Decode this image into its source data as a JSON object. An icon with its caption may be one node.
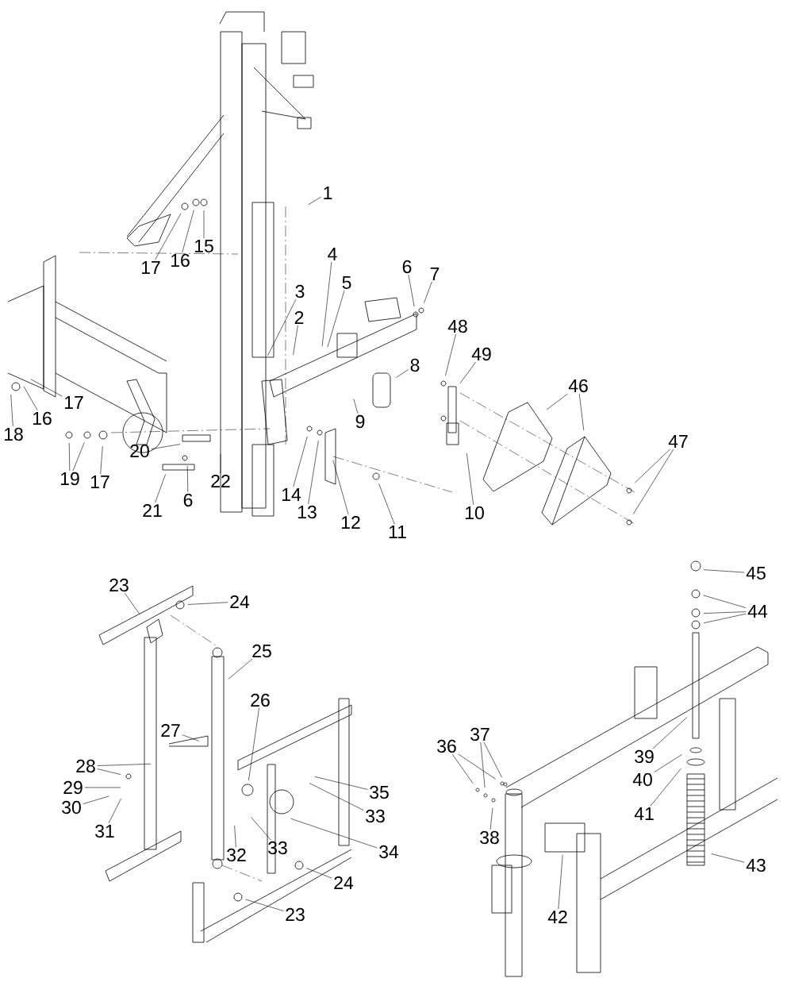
{
  "diagram": {
    "nodes": [
      {
        "text": [
          "1"
        ]
      },
      {
        "text": [
          "17"
        ]
      },
      {
        "text": [
          "16"
        ]
      },
      {
        "text": [
          "15"
        ]
      },
      {
        "text": [
          "4"
        ]
      },
      {
        "text": [
          "6"
        ]
      },
      {
        "text": [
          "7"
        ]
      },
      {
        "text": [
          "3"
        ]
      },
      {
        "text": [
          "5"
        ]
      },
      {
        "text": [
          "2"
        ]
      },
      {
        "text": [
          "48"
        ]
      },
      {
        "text": [
          "49"
        ]
      },
      {
        "text": [
          "8"
        ]
      },
      {
        "text": [
          "46"
        ]
      },
      {
        "text": [
          "17"
        ]
      },
      {
        "text": [
          "9"
        ]
      },
      {
        "text": [
          "18"
        ]
      },
      {
        "text": [
          "16"
        ]
      },
      {
        "text": [
          "47"
        ]
      },
      {
        "text": [
          "17"
        ]
      },
      {
        "text": [
          "20"
        ]
      },
      {
        "text": [
          "19"
        ]
      },
      {
        "text": [
          "6"
        ]
      },
      {
        "text": [
          "22"
        ]
      },
      {
        "text": [
          "14"
        ]
      },
      {
        "text": [
          "21"
        ]
      },
      {
        "text": [
          "13"
        ]
      },
      {
        "text": [
          "10"
        ]
      },
      {
        "text": [
          "12"
        ]
      },
      {
        "text": [
          "11"
        ]
      },
      {
        "text": [
          "45"
        ]
      },
      {
        "text": [
          "23"
        ]
      },
      {
        "text": [
          "24"
        ]
      },
      {
        "text": [
          "44"
        ]
      },
      {
        "text": [
          "25"
        ]
      },
      {
        "text": [
          "26"
        ]
      },
      {
        "text": [
          "27"
        ]
      },
      {
        "text": [
          "37"
        ]
      },
      {
        "text": [
          "39"
        ]
      },
      {
        "text": [
          "36"
        ]
      },
      {
        "text": [
          "28"
        ]
      },
      {
        "text": [
          "35"
        ]
      },
      {
        "text": [
          "40"
        ]
      },
      {
        "text": [
          "29"
        ]
      },
      {
        "text": [
          "33"
        ]
      },
      {
        "text": [
          "30"
        ]
      },
      {
        "text": [
          "41"
        ]
      },
      {
        "text": [
          "33"
        ]
      },
      {
        "text": [
          "31"
        ]
      },
      {
        "text": [
          "32"
        ]
      },
      {
        "text": [
          "38"
        ]
      },
      {
        "text": [
          "34"
        ]
      },
      {
        "text": [
          "43"
        ]
      },
      {
        "text": [
          "24"
        ]
      },
      {
        "text": [
          "23"
        ]
      },
      {
        "text": [
          "42"
        ]
      }
    ],
    "edges": [
      {
        "from": 0,
        "to": null,
        "arrow": "none"
      },
      {
        "from": 1,
        "to": null,
        "arrow": "none"
      },
      {
        "from": 2,
        "to": null,
        "arrow": "none"
      },
      {
        "from": 3,
        "to": null,
        "arrow": "none"
      },
      {
        "from": 4,
        "to": null,
        "arrow": "none"
      },
      {
        "from": 5,
        "to": null,
        "arrow": "none"
      },
      {
        "from": 6,
        "to": null,
        "arrow": "none"
      },
      {
        "from": 7,
        "to": null,
        "arrow": "none"
      },
      {
        "from": 8,
        "to": null,
        "arrow": "none"
      },
      {
        "from": 9,
        "to": null,
        "arrow": "none"
      },
      {
        "from": 10,
        "to": null,
        "arrow": "none"
      },
      {
        "from": 11,
        "to": null,
        "arrow": "none"
      },
      {
        "from": 12,
        "to": null,
        "arrow": "none"
      },
      {
        "from": 13,
        "to": null,
        "arrow": "none"
      },
      {
        "from": 13,
        "to": null,
        "arrow": "none"
      },
      {
        "from": 14,
        "to": null,
        "arrow": "none"
      },
      {
        "from": 15,
        "to": null,
        "arrow": "none"
      },
      {
        "from": 16,
        "to": null,
        "arrow": "none"
      },
      {
        "from": 17,
        "to": null,
        "arrow": "none"
      },
      {
        "from": 18,
        "to": null,
        "arrow": "none"
      },
      {
        "from": 18,
        "to": null,
        "arrow": "none"
      },
      {
        "from": 19,
        "to": null,
        "arrow": "none"
      },
      {
        "from": 20,
        "to": null,
        "arrow": "none"
      },
      {
        "from": 21,
        "to": null,
        "arrow": "none"
      },
      {
        "from": 21,
        "to": null,
        "arrow": "none"
      },
      {
        "from": 22,
        "to": null,
        "arrow": "none"
      },
      {
        "from": 23,
        "to": null,
        "arrow": "none"
      },
      {
        "from": 24,
        "to": null,
        "arrow": "none"
      },
      {
        "from": 25,
        "to": null,
        "arrow": "none"
      },
      {
        "from": 26,
        "to": null,
        "arrow": "none"
      },
      {
        "from": 27,
        "to": null,
        "arrow": "none"
      },
      {
        "from": 28,
        "to": null,
        "arrow": "none"
      },
      {
        "from": 29,
        "to": null,
        "arrow": "none"
      },
      {
        "from": 30,
        "to": null,
        "arrow": "none"
      },
      {
        "from": 31,
        "to": null,
        "arrow": "none"
      },
      {
        "from": 32,
        "to": null,
        "arrow": "none"
      },
      {
        "from": 33,
        "to": null,
        "arrow": "none"
      },
      {
        "from": 33,
        "to": null,
        "arrow": "none"
      },
      {
        "from": 33,
        "to": null,
        "arrow": "none"
      },
      {
        "from": 34,
        "to": null,
        "arrow": "none"
      },
      {
        "from": 35,
        "to": null,
        "arrow": "none"
      },
      {
        "from": 36,
        "to": null,
        "arrow": "none"
      },
      {
        "from": 37,
        "to": null,
        "arrow": "none"
      },
      {
        "from": 37,
        "to": null,
        "arrow": "none"
      },
      {
        "from": 38,
        "to": null,
        "arrow": "none"
      },
      {
        "from": 39,
        "to": null,
        "arrow": "none"
      },
      {
        "from": 39,
        "to": null,
        "arrow": "none"
      },
      {
        "from": 40,
        "to": null,
        "arrow": "none"
      },
      {
        "from": 40,
        "to": null,
        "arrow": "none"
      },
      {
        "from": 41,
        "to": null,
        "arrow": "none"
      },
      {
        "from": 42,
        "to": null,
        "arrow": "none"
      },
      {
        "from": 43,
        "to": null,
        "arrow": "none"
      },
      {
        "from": 44,
        "to": null,
        "arrow": "none"
      },
      {
        "from": 45,
        "to": null,
        "arrow": "none"
      },
      {
        "from": 46,
        "to": null,
        "arrow": "none"
      },
      {
        "from": 47,
        "to": null,
        "arrow": "none"
      },
      {
        "from": 48,
        "to": null,
        "arrow": "none"
      },
      {
        "from": 49,
        "to": null,
        "arrow": "none"
      },
      {
        "from": 50,
        "to": null,
        "arrow": "none"
      },
      {
        "from": 51,
        "to": null,
        "arrow": "none"
      },
      {
        "from": 52,
        "to": null,
        "arrow": "none"
      },
      {
        "from": 53,
        "to": null,
        "arrow": "none"
      },
      {
        "from": 54,
        "to": null,
        "arrow": "none"
      },
      {
        "from": 55,
        "to": null,
        "arrow": "none"
      }
    ]
  }
}
